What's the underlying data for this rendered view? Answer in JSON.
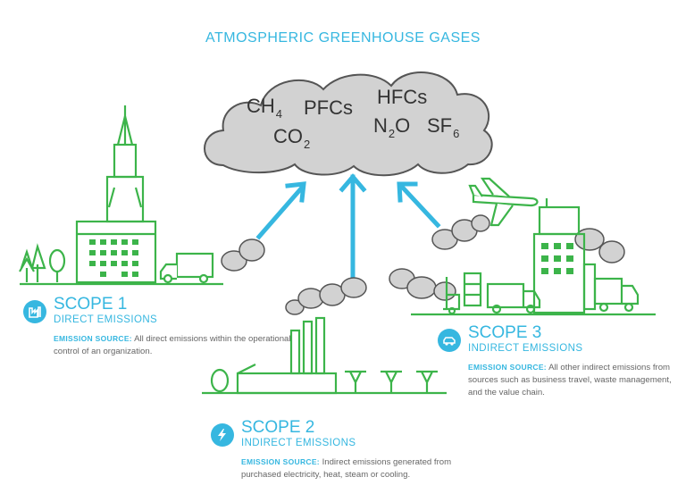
{
  "title": "ATMOSPHERIC GREENHOUSE GASES",
  "gases": {
    "ch4": {
      "base": "CH",
      "sub": "4"
    },
    "pfcs": {
      "base": "PFCs"
    },
    "co2": {
      "base": "CO",
      "sub": "2"
    },
    "hfcs": {
      "base": "HFCs"
    },
    "n2o": {
      "base": "N",
      "sub": "2",
      "tail": "O"
    },
    "sf6": {
      "base": "SF",
      "sub": "6"
    }
  },
  "scopes": [
    {
      "heading": "SCOPE 1",
      "subheading": "DIRECT EMISSIONS",
      "source_label": "EMISSION SOURCE:",
      "description": "All direct emissions within the operational control of an organization."
    },
    {
      "heading": "SCOPE 2",
      "subheading": "INDIRECT EMISSIONS",
      "source_label": "EMISSION SOURCE:",
      "description": "Indirect emissions generated from purchased electricity, heat, steam or cooling."
    },
    {
      "heading": "SCOPE 3",
      "subheading": "INDIRECT EMISSIONS",
      "source_label": "EMISSION SOURCE:",
      "description": "All other indirect emissions from sources such as business travel, waste management, and the value chain."
    }
  ],
  "colors": {
    "accent_blue": "#36b7e0",
    "outline_green": "#3cb44a",
    "cloud_gray": "#d2d2d2",
    "cloud_stroke": "#555555"
  },
  "icons": [
    "factory-icon",
    "lightning-icon",
    "car-icon",
    "airplane-icon",
    "truck-icon",
    "tree-icon",
    "arrow-up-icon"
  ]
}
